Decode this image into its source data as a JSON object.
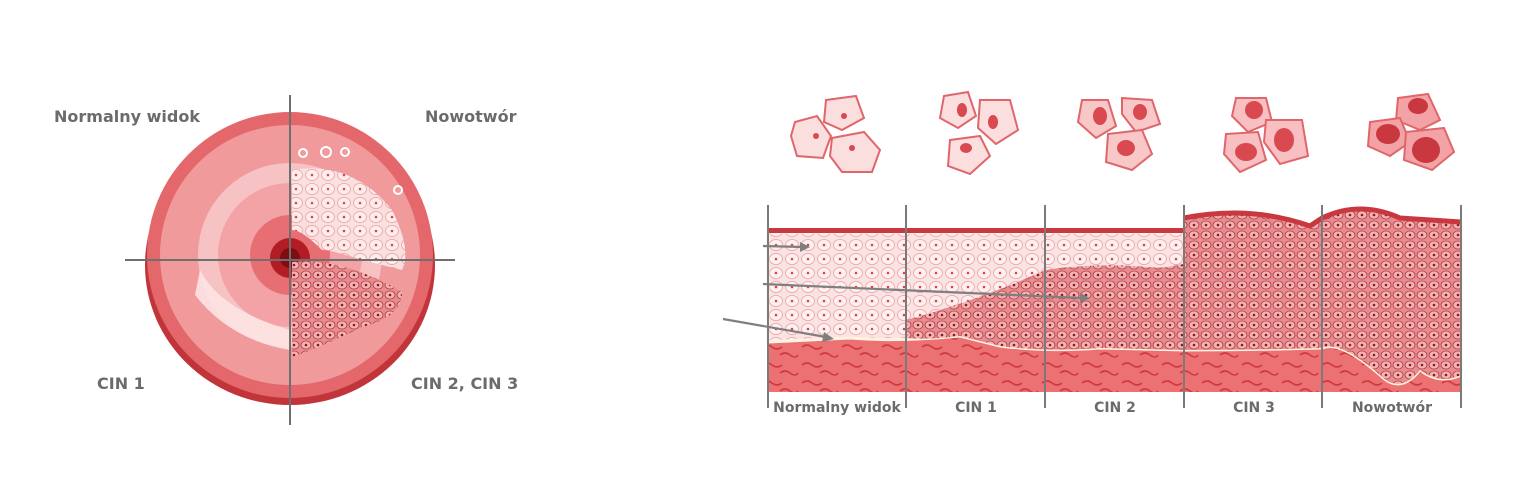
{
  "left_diagram": {
    "quadrant_labels": {
      "top_left": "Normalny widok",
      "top_right": "Nowotwór",
      "bottom_left": "CIN 1",
      "bottom_right": "CIN 2, CIN 3"
    }
  },
  "right_diagram": {
    "stages": [
      "Normalny widok",
      "CIN 1",
      "CIN 2",
      "CIN 3",
      "Nowotwór"
    ]
  },
  "colors": {
    "label_gray": "#6b6b6b",
    "tissue_light": "#f6c9c9",
    "tissue_mid": "#e8797b",
    "tissue_dark": "#c0393d",
    "stroma": "#e96b6e"
  }
}
